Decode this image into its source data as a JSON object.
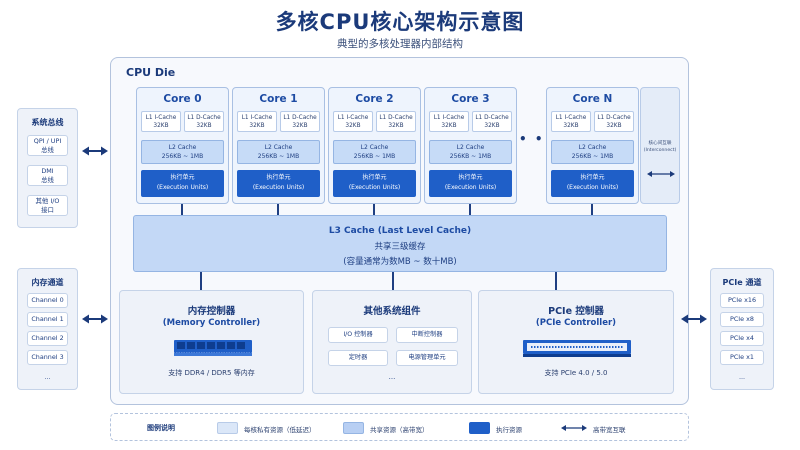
{
  "title": "多核CPU核心架构示意图",
  "subtitle": "典型的多核处理器内部结构",
  "die_label": "CPU Die",
  "cores": [
    {
      "name": "Core 0",
      "l1i_label": "L1 I-Cache",
      "l1i_size": "32KB",
      "l1d_label": "L1 D-Cache",
      "l1d_size": "32KB",
      "l2_label": "L2 Cache",
      "l2_size": "256KB ~ 1MB",
      "eu_cn": "执行单元",
      "eu_en": "(Execution Units)"
    },
    {
      "name": "Core 1",
      "l1i_label": "L1 I-Cache",
      "l1i_size": "32KB",
      "l1d_label": "L1 D-Cache",
      "l1d_size": "32KB",
      "l2_label": "L2 Cache",
      "l2_size": "256KB ~ 1MB",
      "eu_cn": "执行单元",
      "eu_en": "(Execution Units)"
    },
    {
      "name": "Core 2",
      "l1i_label": "L1 I-Cache",
      "l1i_size": "32KB",
      "l1d_label": "L1 D-Cache",
      "l1d_size": "32KB",
      "l2_label": "L2 Cache",
      "l2_size": "256KB ~ 1MB",
      "eu_cn": "执行单元",
      "eu_en": "(Execution Units)"
    },
    {
      "name": "Core 3",
      "l1i_label": "L1 I-Cache",
      "l1i_size": "32KB",
      "l1d_label": "L1 D-Cache",
      "l1d_size": "32KB",
      "l2_label": "L2 Cache",
      "l2_size": "256KB ~ 1MB",
      "eu_cn": "执行单元",
      "eu_en": "(Execution Units)"
    },
    {
      "name": "Core N",
      "l1i_label": "L1 I-Cache",
      "l1i_size": "32KB",
      "l1d_label": "L1 D-Cache",
      "l1d_size": "32KB",
      "l2_label": "L2 Cache",
      "l2_size": "256KB ~ 1MB",
      "eu_cn": "执行单元",
      "eu_en": "(Execution Units)"
    }
  ],
  "ellipsis": "• • •",
  "interconnect": {
    "cn": "核心间互联",
    "en": "(Interconnect)"
  },
  "l3": {
    "title": "L3 Cache (Last Level Cache)",
    "subtitle": "共享三级缓存",
    "note": "(容量通常为数MB ~ 数十MB)"
  },
  "memctrl": {
    "title": "内存控制器",
    "subtitle": "(Memory Controller)",
    "footer": "支持 DDR4 / DDR5 等内存"
  },
  "other": {
    "title": "其他系统组件",
    "items": [
      "I/O 控制器",
      "中断控制器",
      "定时器",
      "电源管理单元"
    ],
    "more": "..."
  },
  "pcie_ctrl": {
    "title": "PCIe 控制器",
    "subtitle": "(PCIe Controller)",
    "footer": "支持 PCIe 4.0 / 5.0"
  },
  "system_bus": {
    "title": "系统总线",
    "items": [
      {
        "l1": "QPI / UPI",
        "l2": "总线"
      },
      {
        "l1": "DMI",
        "l2": "总线"
      },
      {
        "l1": "其他 I/O",
        "l2": "接口"
      }
    ]
  },
  "memory_channels": {
    "title": "内存通道",
    "items": [
      "Channel 0",
      "Channel 1",
      "Channel 2",
      "Channel 3"
    ],
    "more": "..."
  },
  "pcie_channels": {
    "title": "PCIe 通道",
    "items": [
      "PCIe x16",
      "PCIe x8",
      "PCIe x4",
      "PCIe x1"
    ],
    "more": "..."
  },
  "legend": {
    "title": "图例说明",
    "items": [
      {
        "label": "每核私有资源（低延迟）",
        "color": "#dbe7f8"
      },
      {
        "label": "共享资源（高带宽）",
        "color": "#b8cff3"
      },
      {
        "label": "执行资源",
        "color": "#1f5fc8"
      },
      {
        "label": "高带宽互联"
      }
    ]
  },
  "colors": {
    "primary": "#1f5fc8",
    "dark": "#1b3a7a",
    "shared": "#c3d8f6",
    "private": "#eef4fd"
  }
}
